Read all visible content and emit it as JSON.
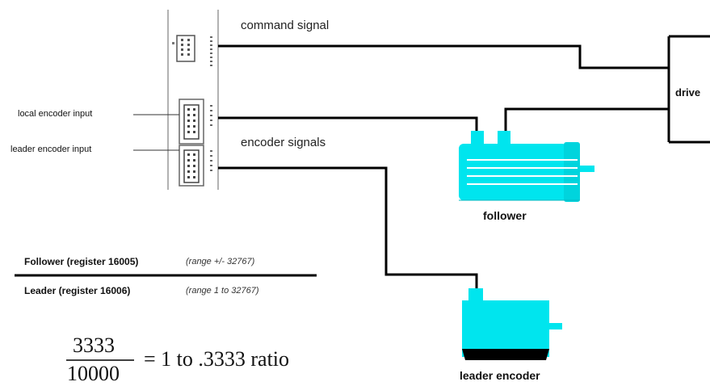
{
  "labels": {
    "command_signal": "command signal",
    "encoder_signals": "encoder signals",
    "local_encoder_input": "local encoder input",
    "leader_encoder_input": "leader encoder input",
    "drive": "drive",
    "follower": "follower",
    "leader_encoder": "leader encoder"
  },
  "ratio": {
    "numerator_label": "Follower (register 16005)",
    "numerator_range": "(range +/- 32767)",
    "denominator_label": "Leader (register 16006)",
    "denominator_range": "(range 1 to 32767)",
    "example_numerator": "3333",
    "example_denominator": "10000",
    "example_result": "= 1 to .3333 ratio"
  },
  "colors": {
    "motor": "#00e5ee",
    "wire": "#000000"
  }
}
